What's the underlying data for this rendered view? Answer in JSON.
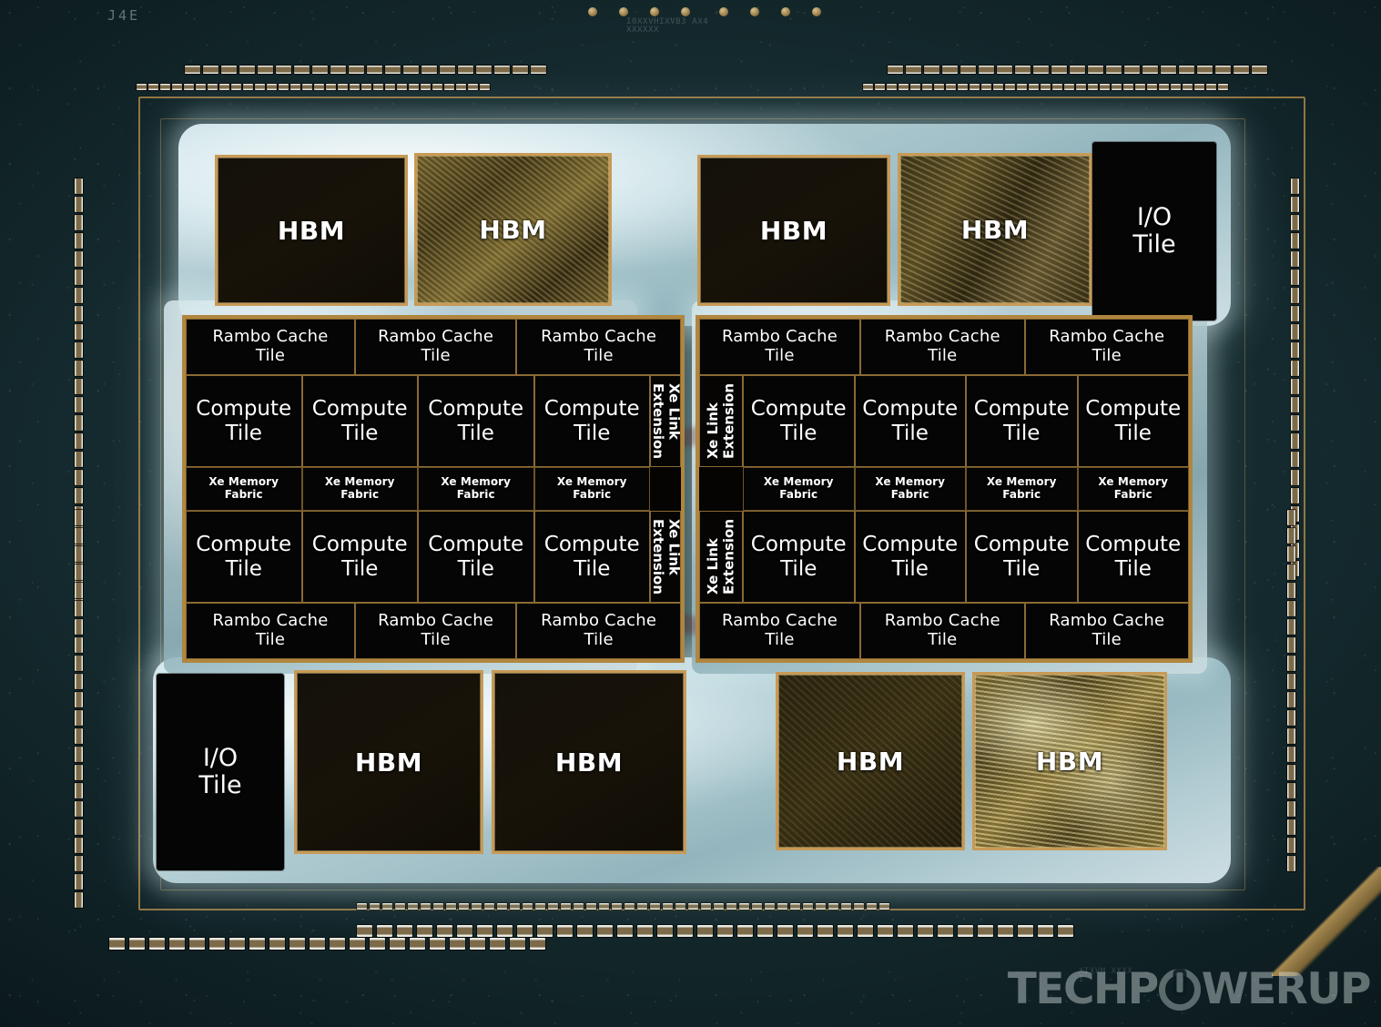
{
  "board": {
    "silkscreen_marking": "J4E",
    "top_code": "I0XXVHIXVB3 AX4XXXXXX",
    "bottom_code": "XIXVM XXXXI",
    "colors": {
      "pcb_green": "#1d383c",
      "package_silver": "#cfe5ea",
      "die_gold_border": "#c79a56",
      "cluster_border": "#b0863f",
      "tile_black": "#050505",
      "label_white": "#ffffff"
    }
  },
  "watermark": {
    "text_left": "TECHP",
    "text_right": "WERUP",
    "icon": "power-icon"
  },
  "labels": {
    "hbm": "HBM",
    "io_tile": "I/O\nTile",
    "io_tile_line1": "I/O",
    "io_tile_line2": "Tile",
    "rambo": "Rambo Cache\nTile",
    "rambo_line1": "Rambo Cache",
    "rambo_line2": "Tile",
    "compute": "Compute\nTile",
    "compute_line1": "Compute",
    "compute_line2": "Tile",
    "fabric": "Xe Memory\nFabric",
    "fabric_line1": "Xe Memory",
    "fabric_line2": "Fabric",
    "xe_link": "Xe Link\nExtension",
    "xe_link_line1": "Xe Link",
    "xe_link_line2": "Extension"
  },
  "top_memory_row": [
    {
      "label": "HBM",
      "texture": "dark"
    },
    {
      "label": "HBM",
      "texture": "tex-a"
    },
    {
      "label": "HBM",
      "texture": "dark"
    },
    {
      "label": "HBM",
      "texture": "tex-b"
    }
  ],
  "top_io_tile": {
    "label_line1": "I/O",
    "label_line2": "Tile"
  },
  "bottom_io_tile": {
    "label_line1": "I/O",
    "label_line2": "Tile"
  },
  "bottom_memory_row": [
    {
      "label": "HBM",
      "texture": "dark"
    },
    {
      "label": "HBM",
      "texture": "dark"
    },
    {
      "label": "HBM",
      "texture": "tex-d"
    },
    {
      "label": "HBM",
      "texture": "tex-c"
    }
  ],
  "left_cluster": {
    "rambo_top": [
      "Rambo Cache Tile",
      "Rambo Cache Tile",
      "Rambo Cache Tile"
    ],
    "compute_top": [
      "Compute Tile",
      "Compute Tile",
      "Compute Tile",
      "Compute Tile"
    ],
    "fabric": [
      "Xe Memory Fabric",
      "Xe Memory Fabric",
      "Xe Memory Fabric",
      "Xe Memory Fabric"
    ],
    "compute_bottom": [
      "Compute Tile",
      "Compute Tile",
      "Compute Tile",
      "Compute Tile"
    ],
    "rambo_bottom": [
      "Rambo Cache Tile",
      "Rambo Cache Tile",
      "Rambo Cache Tile"
    ],
    "xe_link_top": "Xe Link Extension",
    "xe_link_bottom": "Xe Link Extension"
  },
  "right_cluster": {
    "rambo_top": [
      "Rambo Cache Tile",
      "Rambo Cache Tile",
      "Rambo Cache Tile"
    ],
    "compute_top": [
      "Compute Tile",
      "Compute Tile",
      "Compute Tile",
      "Compute Tile"
    ],
    "fabric": [
      "Xe Memory Fabric",
      "Xe Memory Fabric",
      "Xe Memory Fabric",
      "Xe Memory Fabric"
    ],
    "compute_bottom": [
      "Compute Tile",
      "Compute Tile",
      "Compute Tile",
      "Compute Tile"
    ],
    "rambo_bottom": [
      "Rambo Cache Tile",
      "Rambo Cache Tile",
      "Rambo Cache Tile"
    ],
    "xe_link_top": "Xe Link Extension",
    "xe_link_bottom": "Xe Link Extension"
  }
}
